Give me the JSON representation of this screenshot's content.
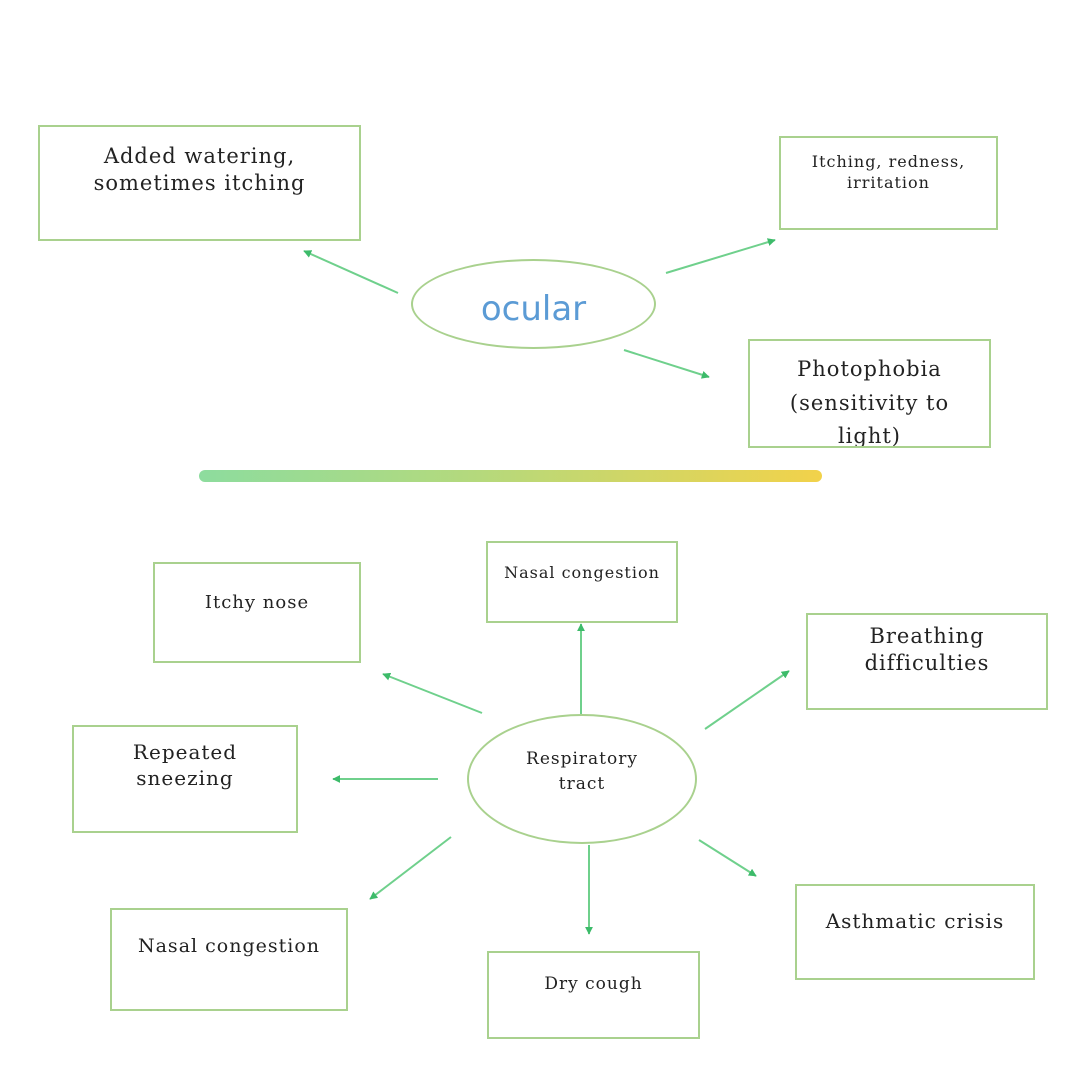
{
  "ocular": {
    "center": "ocular",
    "symptoms": [
      "Added watering, sometimes itching",
      "Itching, redness, irritation",
      "Photophobia (sensitivity to light)"
    ]
  },
  "respiratory": {
    "center": "Respiratory tract",
    "symptoms": [
      "Itchy nose",
      "Nasal congestion",
      "Breathing difficulties",
      "Repeated sneezing",
      "Nasal congestion",
      "Dry cough",
      "Asthmatic crisis"
    ]
  },
  "colors": {
    "box_border": "#a9d18e",
    "arrow": "#5fcf80",
    "ocular_text": "#5b9bd5",
    "divider_start": "#8ddc9e",
    "divider_end": "#f2d24a"
  }
}
